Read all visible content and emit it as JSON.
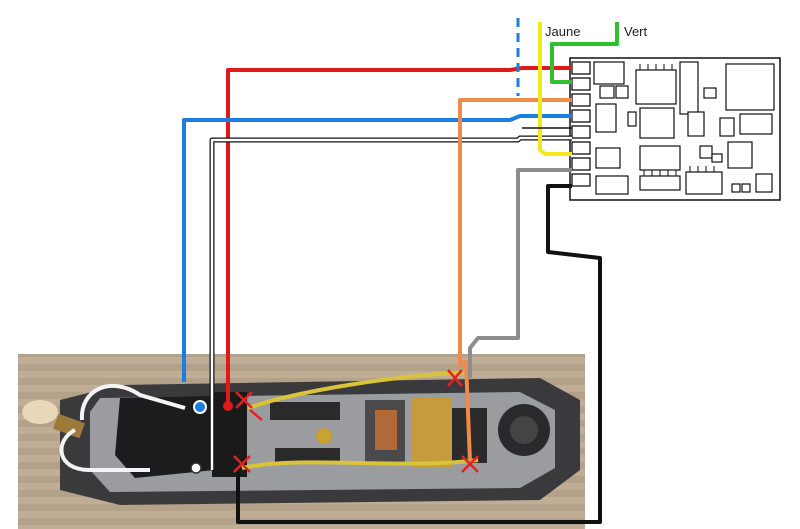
{
  "labels": {
    "yellow_wire": "Jaune",
    "green_wire": "Vert"
  },
  "colors": {
    "red": "#e01a1a",
    "blue": "#1a7fe0",
    "white": "#ffffff",
    "orange": "#f08a4b",
    "grey": "#8c8c8c",
    "black": "#111111",
    "yellow": "#f4e81a",
    "green": "#2fbf2f",
    "cut_mark": "#e32222",
    "photo_base": "#b8a58c"
  },
  "diagram": {
    "components": [
      "decoder-board",
      "locomotive-chassis-photo",
      "lamp",
      "motor",
      "flywheel"
    ],
    "wires": [
      "red",
      "blue",
      "white",
      "orange",
      "grey",
      "black",
      "yellow",
      "green"
    ],
    "cut_marks": 4
  }
}
